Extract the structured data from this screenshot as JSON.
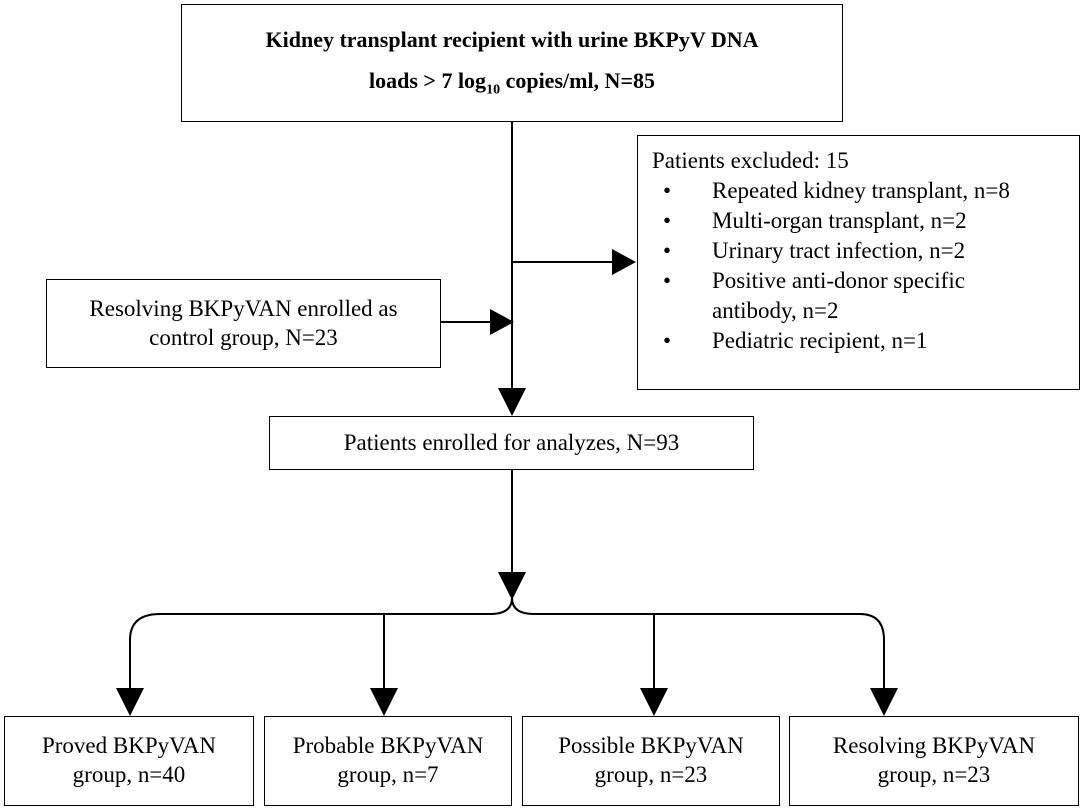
{
  "top_box": {
    "line1": "Kidney transplant recipient with urine BKPyV DNA",
    "line2_pre": "loads > 7 log",
    "line2_sub": "10",
    "line2_post": " copies/ml, N=85"
  },
  "excluded_box": {
    "title": "Patients excluded: 15",
    "bullet": "•",
    "items": [
      "Repeated kidney transplant, n=8",
      "Multi-organ transplant, n=2",
      "Urinary tract infection, n=2",
      "Positive anti-donor specific antibody, n=2",
      "Pediatric recipient, n=1"
    ]
  },
  "control_box": {
    "line1": "Resolving BKPyVAN enrolled as",
    "line2": "control group, N=23"
  },
  "enrolled_box": {
    "label": "Patients enrolled for analyzes, N=93"
  },
  "groups": [
    {
      "line1": "Proved BKPyVAN",
      "line2": "group, n=40"
    },
    {
      "line1": "Probable BKPyVAN",
      "line2": "group, n=7"
    },
    {
      "line1": "Possible BKPyVAN",
      "line2": "group, n=23"
    },
    {
      "line1": "Resolving BKPyVAN",
      "line2": "group, n=23"
    }
  ]
}
